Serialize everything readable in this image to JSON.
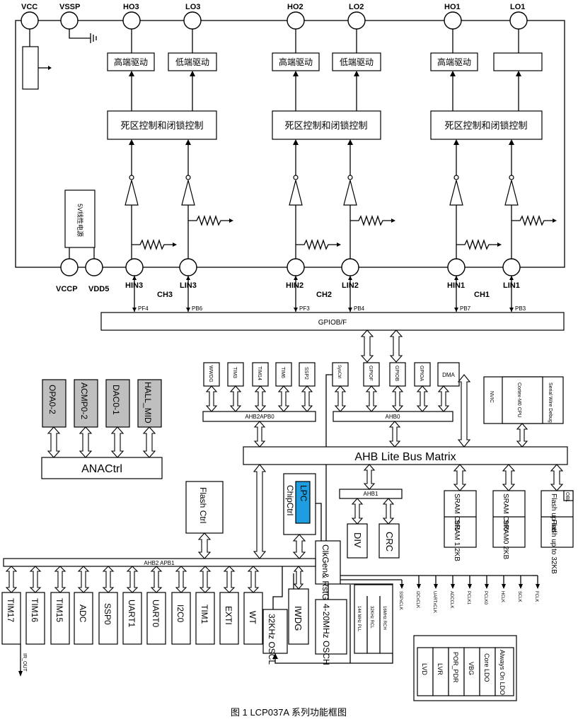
{
  "pins_top": {
    "vcc": "VCC",
    "vssp": "VSSP",
    "ho3": "HO3",
    "lo3": "LO3",
    "ho2": "HO2",
    "lo2": "LO2",
    "ho1": "HO1",
    "lo1": "LO1"
  },
  "pins_bottom": {
    "vccp": "VCCP",
    "vdd5": "VDD5",
    "hin3": "HIN3",
    "lin3": "LIN3",
    "hin2": "HIN2",
    "lin2": "LIN2",
    "hin1": "HIN1",
    "lin1": "LIN1"
  },
  "channels": {
    "ch3": "CH3",
    "ch2": "CH2",
    "ch1": "CH1"
  },
  "gpio_pins": {
    "pf4": "PF4",
    "pb6": "PB6",
    "pf3": "PF3",
    "pb4": "PB4",
    "pb7": "PB7",
    "pb3": "PB3"
  },
  "drivers": {
    "high": "高端驱动",
    "low": "低端驱动"
  },
  "deadzone": "死区控制和闭锁控制",
  "regulator": "5V线性电源",
  "gpiobf": "GPIOB/F",
  "apb0_periph": [
    "WWDG",
    "TIM3",
    "TIM14",
    "TIM6",
    "SSP2"
  ],
  "ahb0_periph": [
    "SysCtrl",
    "GPIOF",
    "GPIOB",
    "GPIOA",
    "DMA"
  ],
  "bus": {
    "ahb2apb0": "AHB2APB0",
    "ahb0": "AHB0",
    "ahb_matrix": "AHB Lite Bus Matrix",
    "ahb1": "AHB1",
    "ahb2apb1": "AHB2 APB1"
  },
  "cpu": {
    "nvic": "NVIC",
    "core": "Cortex-M0 CPU",
    "swd": "Serial Wire Debug"
  },
  "analog": [
    "OPA0-2",
    "ACMP0-2",
    "DAC0-1",
    "HALL_MID"
  ],
  "anactrl": "ANACtrl",
  "flashctrl": "Flash Ctrl",
  "lpc": "LPC",
  "chipctrl": "ChipCtrl",
  "div": "DIV",
  "crc": "CRC",
  "sram1": {
    "ctrl": "SRAM Ctrl1",
    "mem": "SRAM 1 2KB"
  },
  "sram0": {
    "ctrl": "SRAM Ctrl0",
    "mem": "SRAM0 2KB"
  },
  "flash": {
    "intf": "Flash up Intf",
    "mem": "Flash up to 32KB",
    "obl": "OBL"
  },
  "clkgen": "ClkGen& RstGen",
  "clocks": [
    "SSPxCLK",
    "I2CxCLK",
    "UARTxCLK",
    "ADCCLK",
    "PCLK1",
    "PCLK0",
    "HCLK",
    "SCLK",
    "FCLK"
  ],
  "apb1_periph": [
    "TIM17",
    "TIM16",
    "TIM15",
    "ADC",
    "SSP0",
    "UART1",
    "UART0",
    "I2C0",
    "TIM1",
    "EXTI",
    "WT"
  ],
  "iwdg": "IWDG",
  "osc32k": "32KHz OSCL",
  "osch": "4-20MHz OSCH",
  "pll": "144 MHz PLL",
  "rcl": "32KHz RCL",
  "rch": "16MHz RCH",
  "ir_out": "IR_OUT",
  "power": [
    "LVD",
    "LVR",
    "POR_PDR",
    "VBG",
    "Core LDO",
    "Always On LDO"
  ],
  "caption": "图 1 LCP037A 系列功能框图"
}
